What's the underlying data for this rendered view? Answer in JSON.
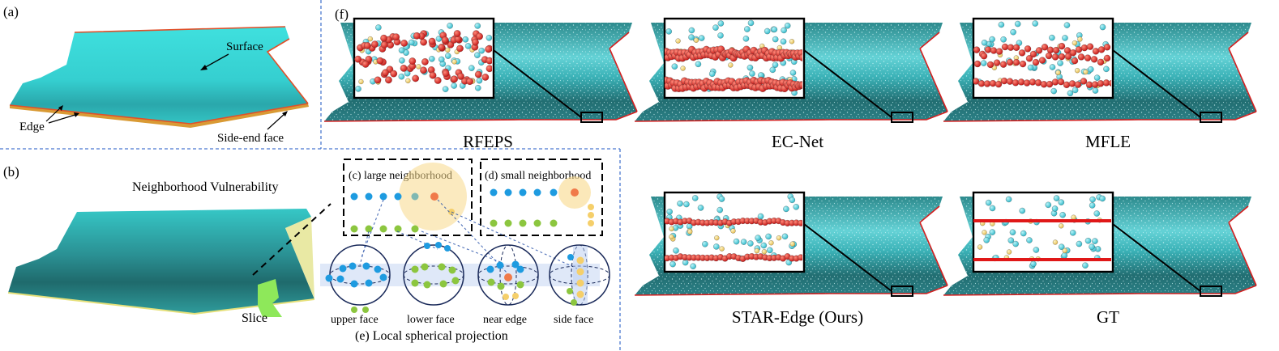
{
  "panels": {
    "a": {
      "tag": "(a)",
      "labels": {
        "surface": "Surface",
        "edge": "Edge",
        "side_end_face": "Side-end face"
      }
    },
    "b": {
      "tag": "(b)",
      "title": "Neighborhood Vulnerability",
      "slice_label": "Slice"
    },
    "c": {
      "title": "(c) large neighborhood"
    },
    "d": {
      "title": "(d) small neighborhood"
    },
    "e": {
      "caption": "(e) Local spherical projection",
      "spheres": [
        "upper face",
        "lower face",
        "near edge",
        "side face"
      ]
    },
    "f": {
      "tag": "(f)",
      "methods": [
        "RFEPS",
        "EC-Net",
        "MFLE",
        "STAR-Edge (Ours)",
        "GT"
      ]
    }
  },
  "colors": {
    "surface_teal": "#2fc4c4",
    "surface_dark": "#2a6f70",
    "edge_red": "#d42020",
    "point_cyan": "#39c6d6",
    "point_yellow": "#f2d36b",
    "neighbor_blue": "#1e9be0",
    "neighbor_green": "#8cc63f",
    "highlight_orange": "#f07a4a",
    "divider_blue": "#4a78d0",
    "slice_green": "#8ee85a"
  }
}
